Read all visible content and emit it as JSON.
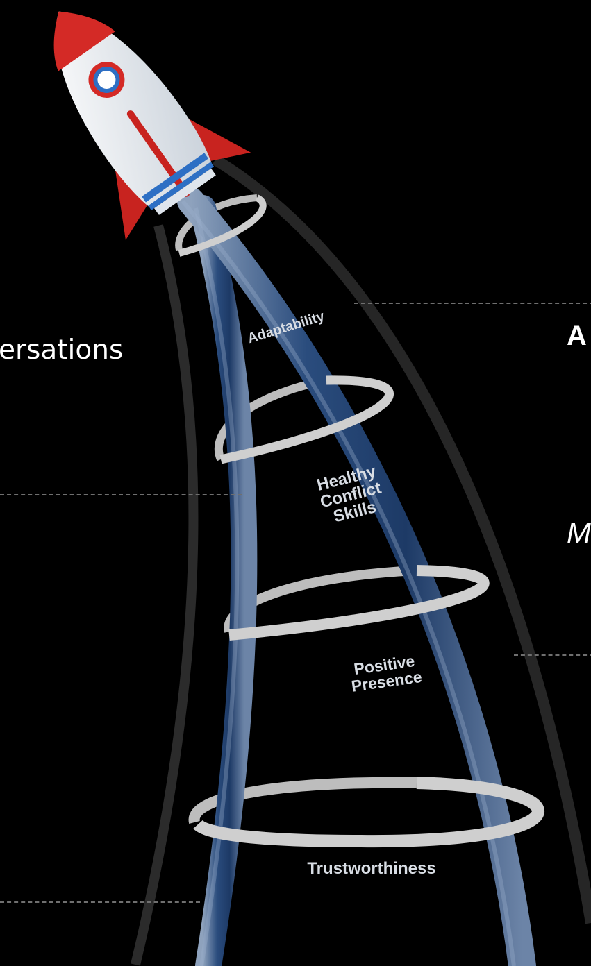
{
  "left_text": "ersations",
  "right_text_bold": "A",
  "right_text_italic": "M",
  "stages": {
    "adaptability": "Adaptability",
    "healthy_conflict_skills": "Healthy\nConflict\nSkills",
    "positive_presence": "Positive\nPresence",
    "trustworthiness": "Trustworthiness"
  },
  "colors": {
    "background": "#000000",
    "rocket_red": "#d42a26",
    "rocket_body": "#eef1f4",
    "stripe_blue": "#2d6fc4",
    "trail_blue": "#1d3a66",
    "ring_gray": "#c6c6c6",
    "dash_gray": "#6f6f6f"
  }
}
